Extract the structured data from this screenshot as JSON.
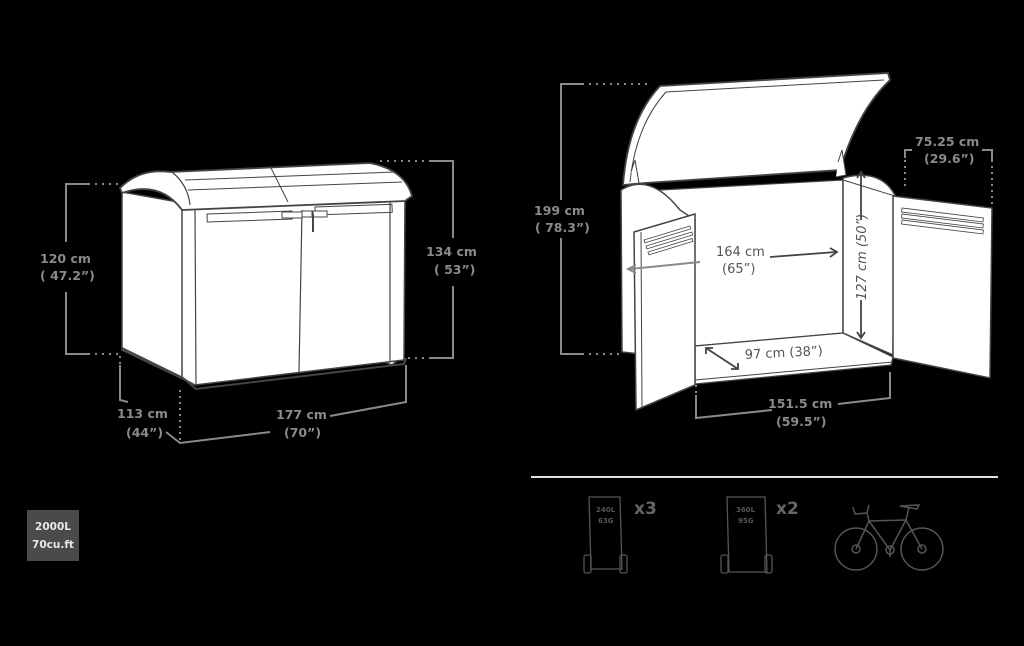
{
  "capacity_badge": {
    "volume_liters": "2000L",
    "volume_cuft": "70cu.ft"
  },
  "closed_view": {
    "height_body": {
      "cm": "120 cm",
      "in": "( 47.2”)"
    },
    "height_total": {
      "cm": "134 cm",
      "in": "( 53”)"
    },
    "depth": {
      "cm": "113 cm",
      "in": "(44”)"
    },
    "width": {
      "cm": "177 cm",
      "in": "(70”)"
    }
  },
  "open_view": {
    "height_open": {
      "cm": "199 cm",
      "in": "( 78.3”)"
    },
    "interior_width": {
      "cm": "164 cm",
      "in": "(65”)"
    },
    "interior_height": {
      "label": "127 cm  (50”)"
    },
    "interior_depth": {
      "label": "97 cm (38”)"
    },
    "door_opening": {
      "cm": "151.5 cm",
      "in": "(59.5”)"
    },
    "door_width": {
      "cm": "75.25 cm",
      "in": "(29.6”)"
    }
  },
  "capacity_icons": [
    {
      "icon": "wheelie-bin-icon",
      "bin_label_1": "240L",
      "bin_label_2": "63G",
      "quantity": "x3"
    },
    {
      "icon": "wheelie-bin-icon",
      "bin_label_1": "360L",
      "bin_label_2": "95G",
      "quantity": "x2"
    },
    {
      "icon": "bicycle-icon"
    }
  ],
  "colors": {
    "background": "#000000",
    "outline": "#444444",
    "fill": "#ffffff",
    "dimension_lines": "#8a8a8a",
    "badge": "#4a4a4a",
    "divider": "#e0e0e0"
  }
}
